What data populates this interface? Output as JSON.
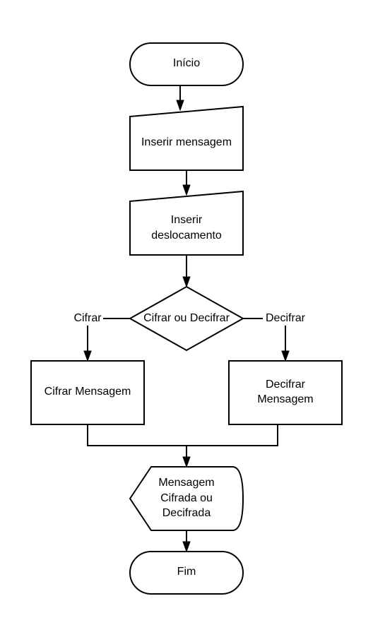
{
  "flowchart": {
    "start": {
      "label": "Início"
    },
    "input_message": {
      "label": "Inserir mensagem"
    },
    "input_shift": {
      "line1": "Inserir",
      "line2": "deslocamento"
    },
    "decision": {
      "label": "Cifrar ou Decifrar"
    },
    "branch_left": {
      "label": "Cifrar"
    },
    "branch_right": {
      "label": "Decifrar"
    },
    "encrypt": {
      "label": "Cifrar Mensagem"
    },
    "decrypt": {
      "line1": "Decifrar",
      "line2": "Mensagem"
    },
    "output": {
      "line1": "Mensagem",
      "line2": "Cifrada ou",
      "line3": "Decifrada"
    },
    "end": {
      "label": "Fim"
    }
  },
  "colors": {
    "stroke": "#000000",
    "fill": "#ffffff",
    "text": "#000000"
  }
}
